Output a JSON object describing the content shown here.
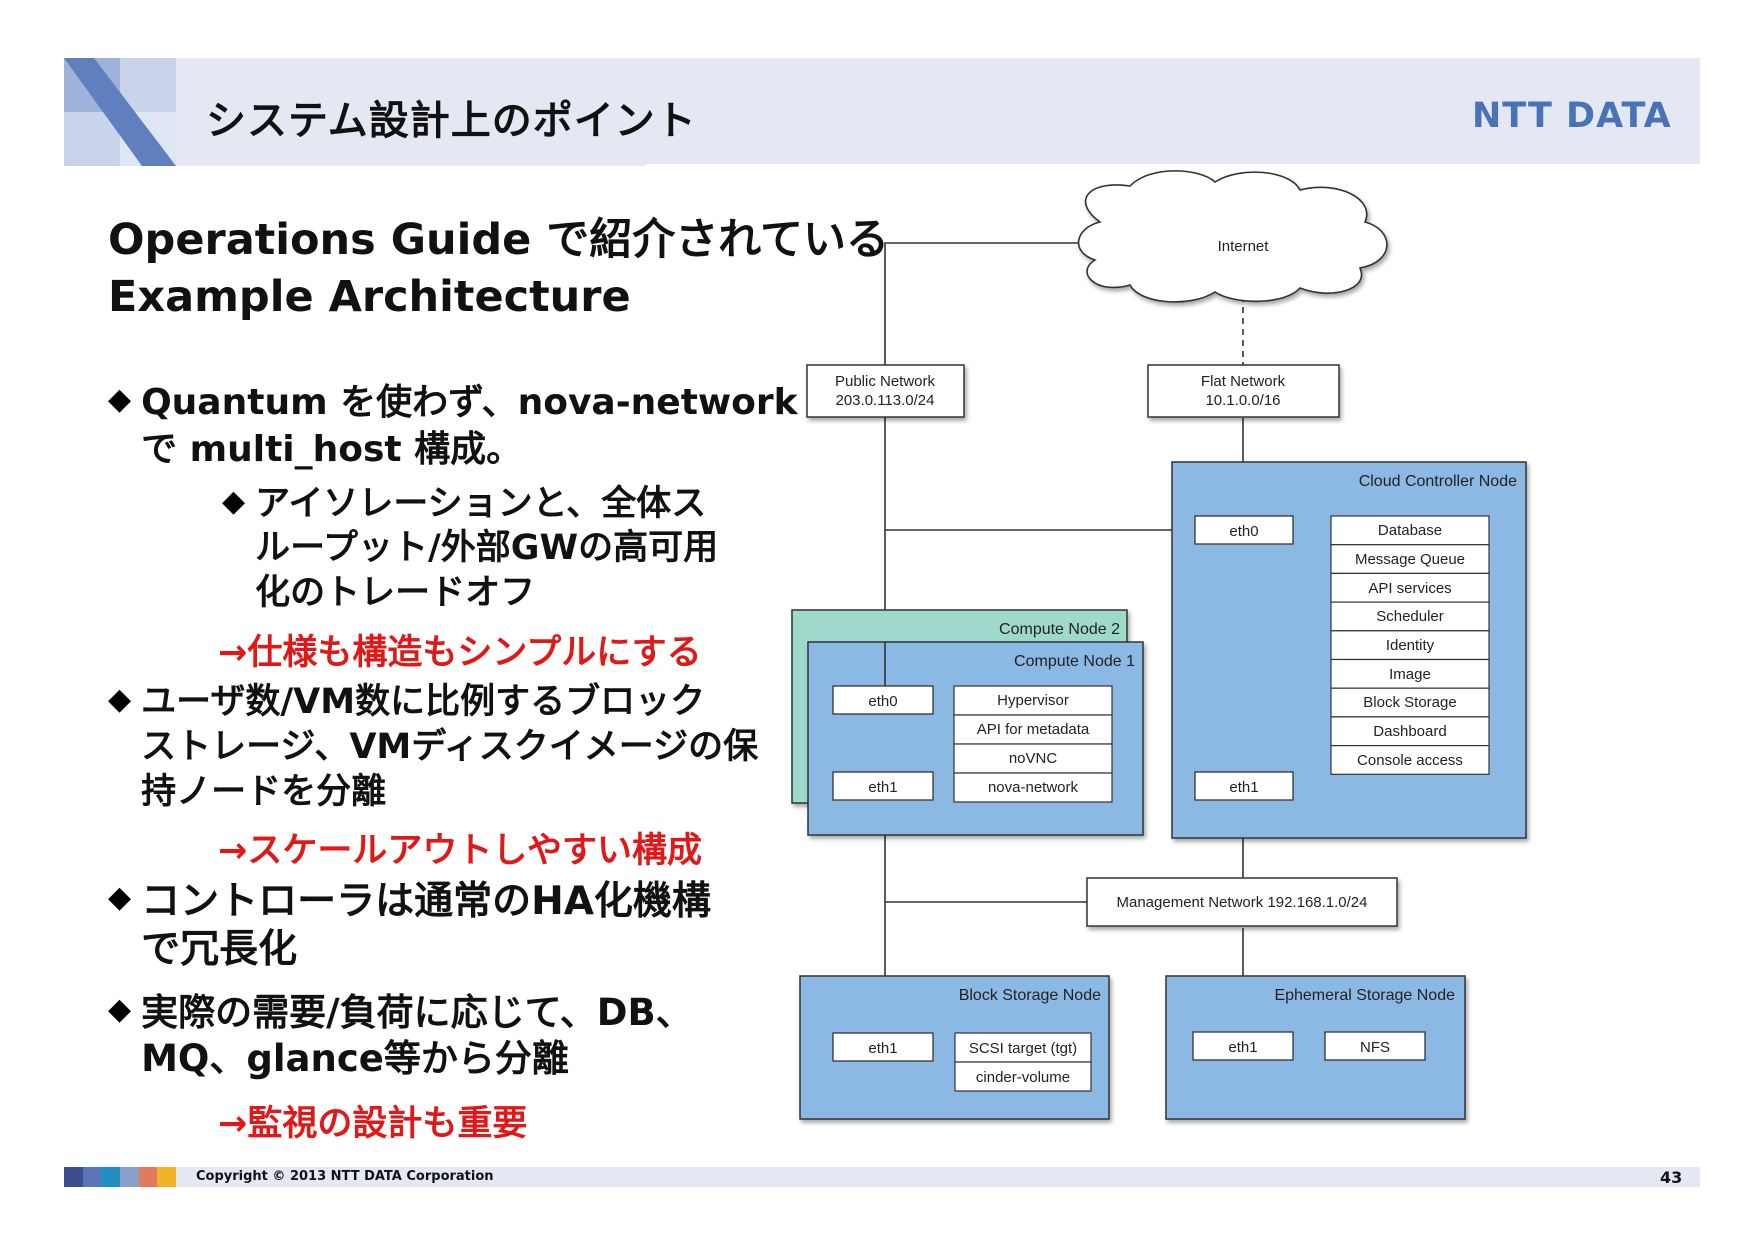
{
  "header": {
    "title": "システム設計上のポイント",
    "brand": "NTT DATA",
    "accent_color": "#4a72b6",
    "band_color": "#e3e8f3"
  },
  "left": {
    "heading_line1": "Operations Guide で紹介されている",
    "heading_line2": "Example Architecture",
    "bullets": [
      {
        "lines": [
          "Quantum を使わず、nova-network",
          "で multi_host 構成。"
        ],
        "sub": {
          "lines": [
            "アイソレーションと、全体ス",
            "ループット/外部GWの高可用",
            "化のトレードオフ"
          ]
        },
        "arrow": "→仕様も構造もシンプルにする"
      },
      {
        "lines": [
          "ユーザ数/VM数に比例するブロック",
          "ストレージ、VMディスクイメージの保",
          "持ノードを分離"
        ],
        "arrow": "→スケールアウトしやすい構成"
      },
      {
        "lines": [
          "コントローラは通常のHA化機構",
          "で冗長化"
        ]
      },
      {
        "lines": [
          "実際の需要/負荷に応じて、DB、",
          "MQ、glance等から分離"
        ],
        "arrow": "→監視の設計も重要"
      }
    ]
  },
  "diagram": {
    "internet": "Internet",
    "public_network": {
      "name": "Public Network",
      "cidr": "203.0.113.0/24"
    },
    "flat_network": {
      "name": "Flat Network",
      "cidr": "10.1.0.0/16"
    },
    "management_network": "Management Network 192.168.1.0/24",
    "cloud_controller": {
      "title": "Cloud Controller Node",
      "eth0": "eth0",
      "eth1": "eth1",
      "services": [
        "Database",
        "Message Queue",
        "API services",
        "Scheduler",
        "Identity",
        "Image",
        "Block Storage",
        "Dashboard",
        "Console access"
      ]
    },
    "compute_node_2": {
      "title": "Compute Node 2"
    },
    "compute_node_1": {
      "title": "Compute Node 1",
      "eth0": "eth0",
      "eth1": "eth1",
      "services": [
        "Hypervisor",
        "API for metadata",
        "noVNC",
        "nova-network"
      ]
    },
    "block_storage": {
      "title": "Block Storage Node",
      "eth1": "eth1",
      "services": [
        "SCSI target (tgt)",
        "cinder-volume"
      ]
    },
    "ephemeral_storage": {
      "title": "Ephemeral Storage Node",
      "eth1": "eth1",
      "service": "NFS"
    },
    "colors": {
      "node_blue": "#8cb8e4",
      "node_teal": "#9fd9cc",
      "line": "#333333"
    }
  },
  "footer": {
    "copyright": "Copyright © 2013 NTT DATA Corporation",
    "page_number": "43",
    "squares": [
      "#3b4f8c",
      "#5a75b8",
      "#1e8fc0",
      "#8aa0cc",
      "#e07a5f",
      "#f0b429"
    ]
  }
}
